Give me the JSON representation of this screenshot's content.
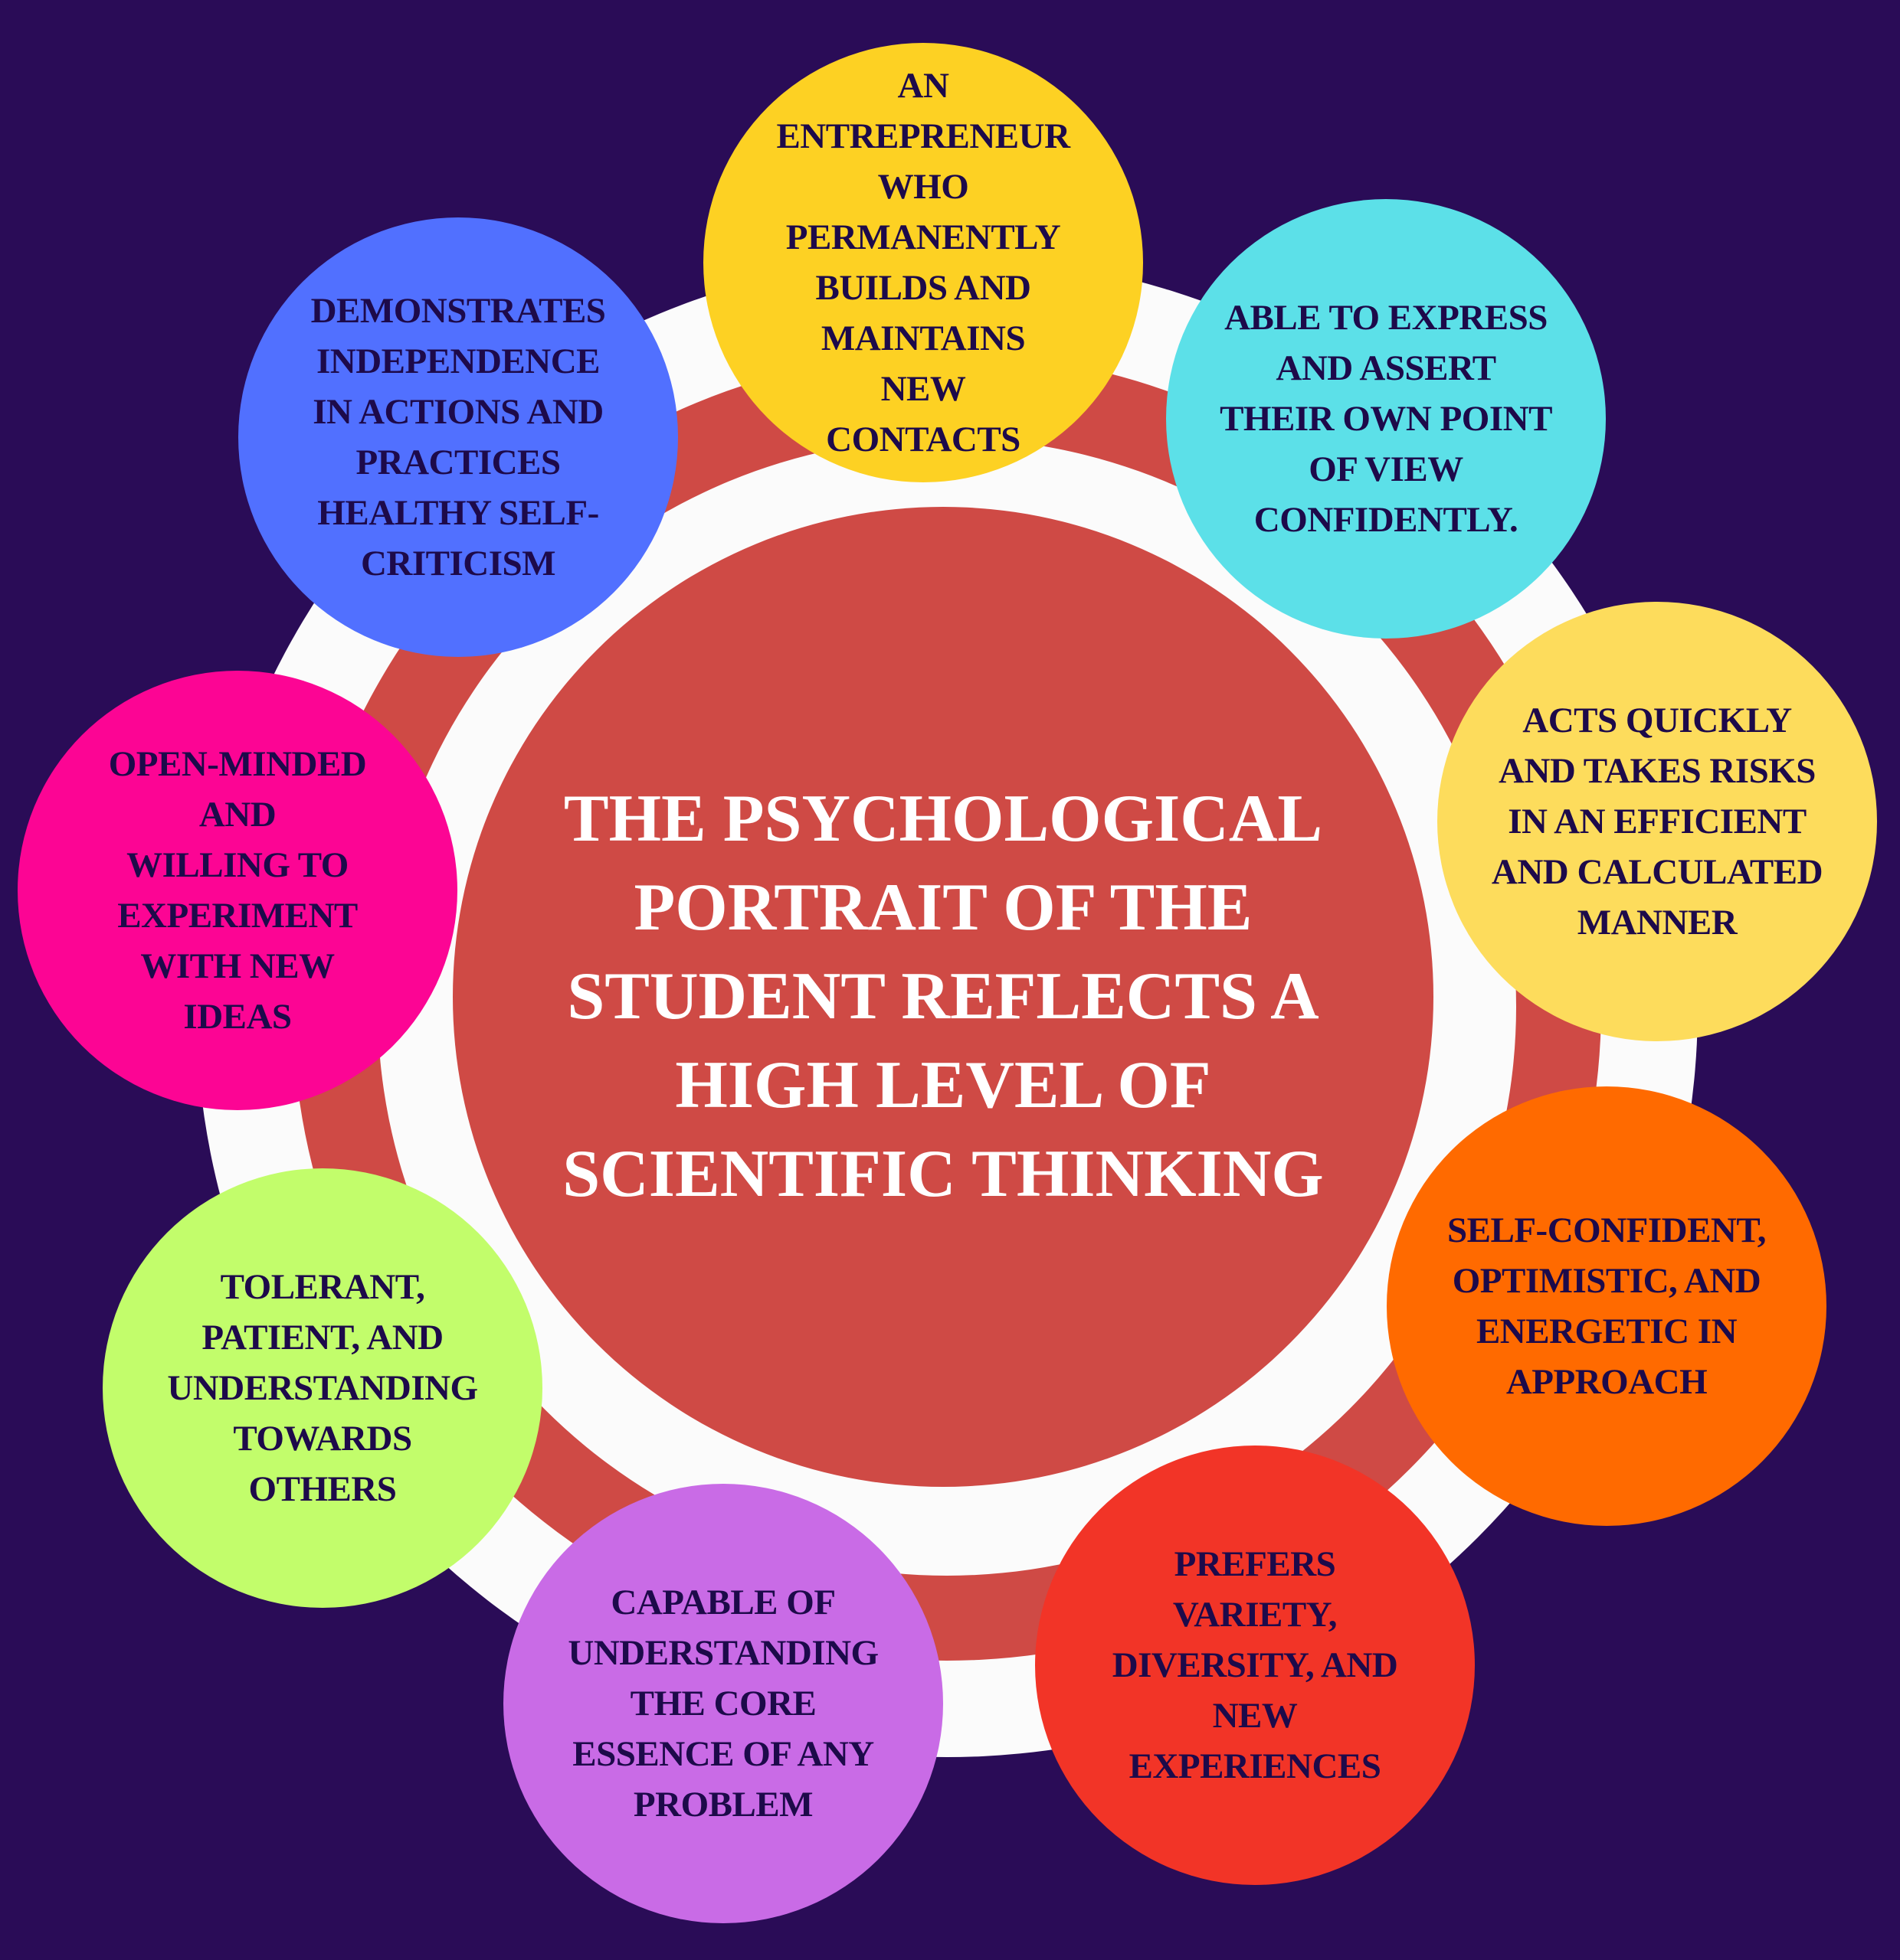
{
  "title": "THE PSYCHOLOGICAL\nPORTRAIT OF THE\nSTUDENT REFLECTS A\nHIGH LEVEL OF\nSCIENTIFIC THINKING",
  "colors": {
    "background": "#2a0c57",
    "center": "#cf4a45",
    "ring_white": "#fbfbfb",
    "text": "#1d0a4a"
  },
  "traits": [
    {
      "text": "AN\nENTREPRENEUR\nWHO\nPERMANENTLY\nBUILDS AND\nMAINTAINS\nNEW\nCONTACTS",
      "color": "#fdd123"
    },
    {
      "text": "ABLE TO EXPRESS\nAND ASSERT\nTHEIR OWN POINT\nOF VIEW\nCONFIDENTLY.",
      "color": "#5ce0e8"
    },
    {
      "text": "ACTS QUICKLY\nAND TAKES RISKS\nIN AN EFFICIENT\nAND CALCULATED\nMANNER",
      "color": "#fddc5c"
    },
    {
      "text": "SELF-CONFIDENT,\nOPTIMISTIC, AND\nENERGETIC IN\nAPPROACH",
      "color": "#ff6a00"
    },
    {
      "text": "PREFERS\nVARIETY,\nDIVERSITY, AND\nNEW\nEXPERIENCES",
      "color": "#f23427"
    },
    {
      "text": "CAPABLE OF\nUNDERSTANDING\nTHE CORE\nESSENCE OF ANY\nPROBLEM",
      "color": "#c96be6"
    },
    {
      "text": "TOLERANT,\nPATIENT, AND\nUNDERSTANDING\nTOWARDS\nOTHERS",
      "color": "#c2fd6b"
    },
    {
      "text": "OPEN-MINDED\nAND\nWILLING TO\nEXPERIMENT\nWITH NEW\nIDEAS",
      "color": "#fc0594"
    },
    {
      "text": "DEMONSTRATES\nINDEPENDENCE\nIN ACTIONS AND\nPRACTICES\nHEALTHY SELF-\nCRITICISM",
      "color": "#5170ff"
    }
  ]
}
